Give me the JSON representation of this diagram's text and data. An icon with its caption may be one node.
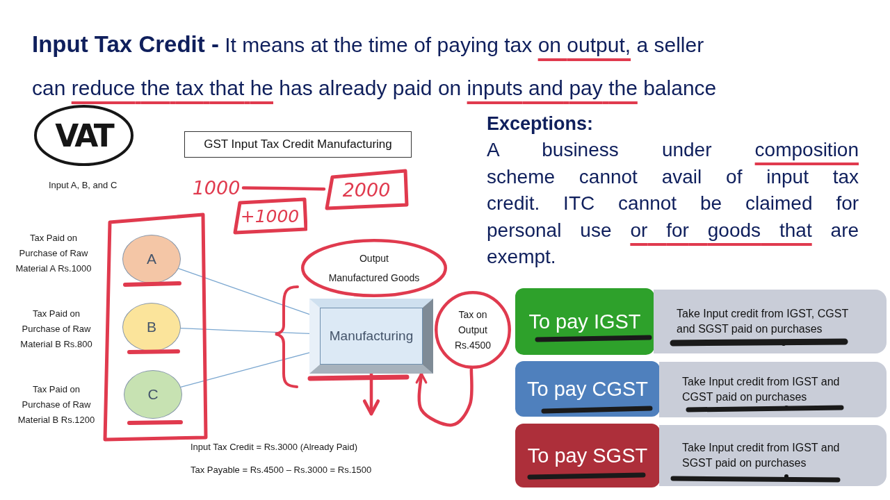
{
  "diagram": {
    "title": "**Input Tax Credit -** It means at the time of paying tax on output, a seller can reduce the tax that he has already paid on inputs and pay the balance",
    "nodes": [
      {
        "text": [
          "VAT"
        ]
      },
      {
        "text": [
          "GST Input Tax Credit Manufacturing"
        ]
      },
      {
        "text": [
          "1000"
        ]
      },
      {
        "text": [
          "2000"
        ]
      },
      {
        "text": [
          "+1000"
        ]
      },
      {
        "text": [],
        "shape": "box"
      },
      {
        "text": [
          "A"
        ],
        "in": 5,
        "beside": [
          "Tax Paid on Purchase of Raw Material A Rs.1000"
        ]
      },
      {
        "text": [
          "B"
        ],
        "in": 5,
        "beside": [
          "Tax Paid on Purchase of Raw Material B Rs.800"
        ]
      },
      {
        "text": [
          "C"
        ],
        "in": 5,
        "beside": [
          "Tax Paid on Purchase of Raw Material B Rs.1200"
        ]
      },
      {
        "text": [
          "Output",
          "Manufactured Goods"
        ]
      },
      {
        "text": [
          "Manufacturing"
        ]
      },
      {
        "text": [
          "Tax on Output Rs.4500"
        ]
      },
      {
        "text": [
          "To pay IGST"
        ]
      },
      {
        "text": [
          "Take Input credit from IGST, CGST and SGST paid on purchases"
        ]
      },
      {
        "text": [
          "To pay CGST"
        ]
      },
      {
        "text": [
          "Take Input credit from IGST and CGST paid on purchases"
        ]
      },
      {
        "text": [
          "To pay SGST"
        ]
      },
      {
        "text": [
          "Take Input credit from IGST and SGST paid on purchases"
        ]
      }
    ],
    "edges": [
      {
        "from": 6,
        "to": 10,
        "arrow": "none"
      },
      {
        "from": 7,
        "to": 10,
        "arrow": "none"
      },
      {
        "from": 8,
        "to": 10,
        "arrow": "none"
      },
      {
        "from": 2,
        "to": 3,
        "arrow": "none",
        "style": "thick",
        "color": "#e03a4e"
      },
      {
        "from": 11,
        "to": 10,
        "arrow": "to",
        "style": "thick",
        "color": "#e03a4e"
      },
      {
        "from": 10,
        "to": null,
        "arrow": "to",
        "style": "thick",
        "color": "#e03a4e"
      }
    ],
    "labels": [
      "Input A, B, and C",
      "Exceptions:",
      "A business under composition scheme cannot avail of input tax credit. ITC cannot be claimed for personal use or for goods that are exempt.",
      "Input Tax Credit = Rs.3000 (Already Paid)",
      "Tax Payable = Rs.4500 – Rs.3000 = Rs.1500"
    ]
  }
}
